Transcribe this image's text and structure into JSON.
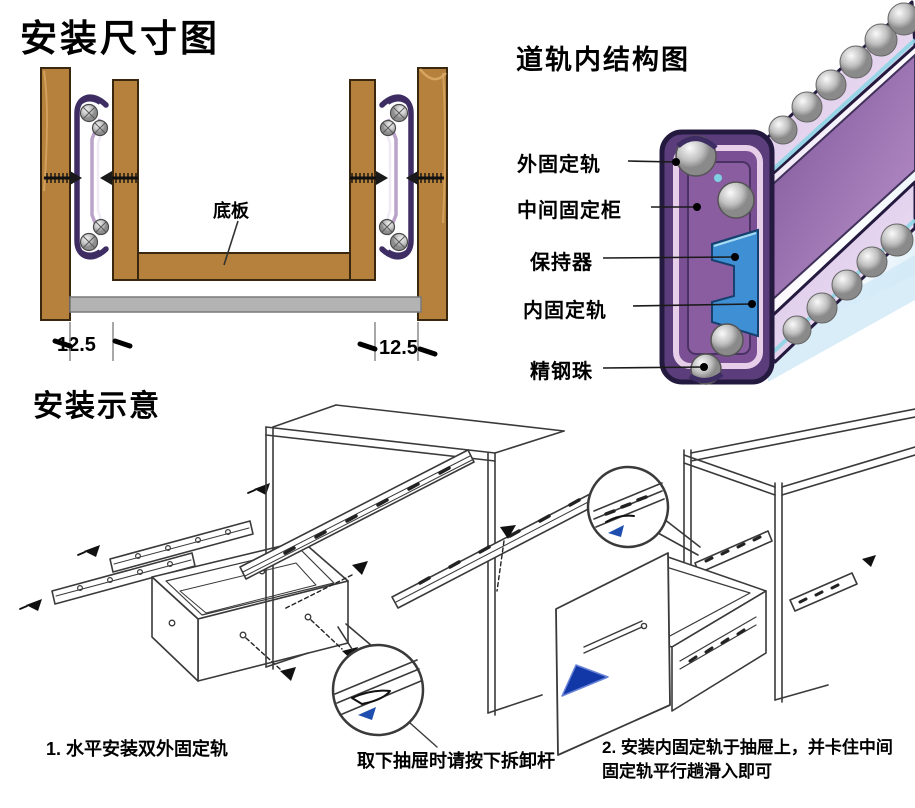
{
  "dimension_diagram": {
    "title": "安装尺寸图",
    "bottom_plate_label": "底板",
    "dimension_left": "12.5",
    "dimension_right": "12.5"
  },
  "structure_diagram": {
    "title": "道轨内结构图",
    "labels": {
      "outer_rail": "外固定轨",
      "middle_rail": "中间固定柜",
      "retainer": "保持器",
      "inner_rail": "内固定轨",
      "steel_ball": "精钢珠"
    }
  },
  "installation": {
    "title": "安装示意",
    "step1_caption": "1. 水平安装双外固定轨",
    "lever_caption": "取下抽屉时请按下拆卸杆",
    "step2_caption": "2. 安装内固定轨于抽屉上，并卡住中间\n固定轨平行趟滑入即可"
  },
  "colors": {
    "wood": "#b5813c",
    "wood_outline": "#3a2710",
    "gray_board": "#b3b3b3",
    "rail_dark_purple": "#3e2d63",
    "rail_mid_purple": "#8a5ca0",
    "rail_lavender": "#b9a3c9",
    "inner_rail_blue": "#3f8fd4",
    "steel_ball_gray": "#c4c4c4",
    "arrow_blue": "#1238a8",
    "line_art": "#3a3a3a",
    "text": "#000000"
  }
}
